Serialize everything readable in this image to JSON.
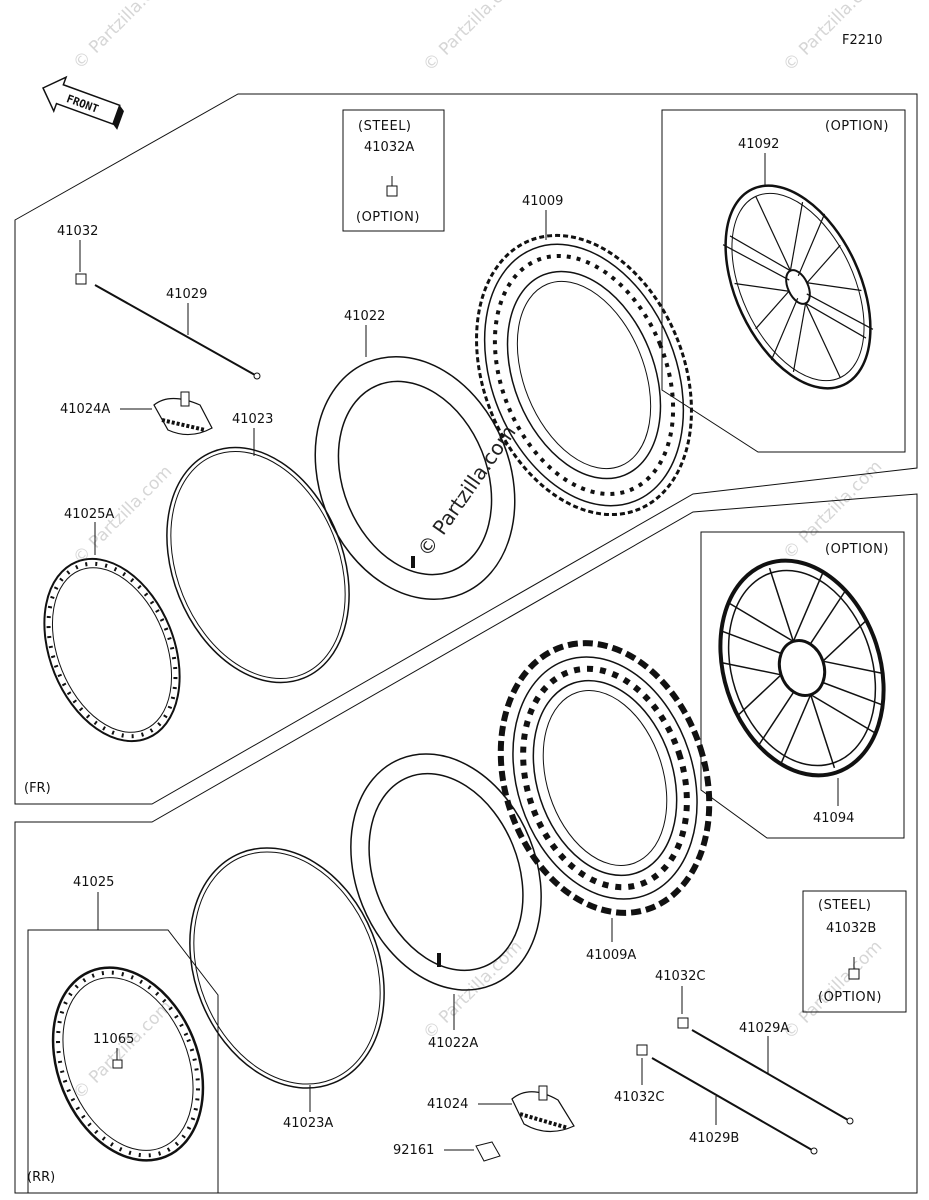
{
  "figure_code": "F2210",
  "front_label": "FRONT",
  "watermark": "© Partzilla.com",
  "sections": {
    "front": "(FR)",
    "rear": "(RR)"
  },
  "boxes": {
    "steel_front": {
      "top": "(STEEL)",
      "part": "41032A",
      "bottom": "(OPTION)"
    },
    "steel_rear": {
      "top": "(STEEL)",
      "part": "41032B",
      "bottom": "(OPTION)"
    },
    "option_front_wheel": {
      "top": "(OPTION)",
      "part": "41092"
    },
    "option_rear_wheel": {
      "top": "(OPTION)",
      "part": "41094"
    }
  },
  "parts": {
    "p41032": "41032",
    "p41029": "41029",
    "p41024A": "41024A",
    "p41023": "41023",
    "p41022": "41022",
    "p41009": "41009",
    "p41025A": "41025A",
    "p41009A": "41009A",
    "p41025": "41025",
    "p11065": "11065",
    "p41023A": "41023A",
    "p41022A": "41022A",
    "p41024": "41024",
    "p92161": "92161",
    "p41032C_top": "41032C",
    "p41032C_bottom": "41032C",
    "p41029A": "41029A",
    "p41029B": "41029B"
  }
}
